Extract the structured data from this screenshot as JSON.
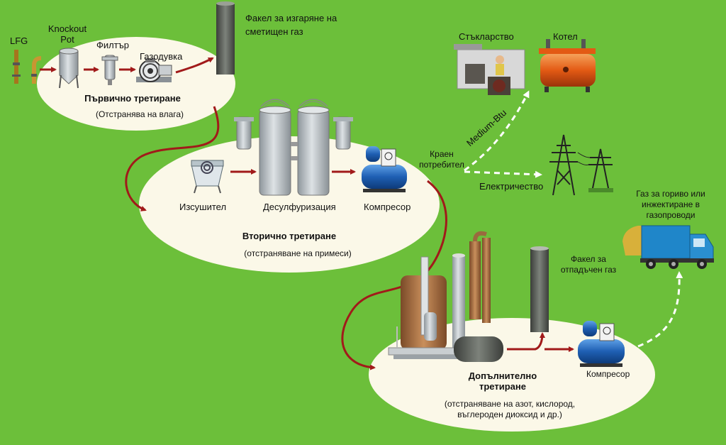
{
  "labels": {
    "lfg": "LFG",
    "knockout_pot": "Knockout Pot",
    "filter": "Филтър",
    "blower": "Газодувка",
    "flare_landfill": "Факел за изгаряне на сметищен газ",
    "primary_title": "Първично третиране",
    "primary_sub": "(Отстранява на влага)",
    "dryer": "Изсушител",
    "desulfurization": "Десулфуризация",
    "compressor_secondary": "Компресор",
    "secondary_title": "Вторично третиране",
    "secondary_sub": "(отстраняване на примеси)",
    "end_user": "Краен потребител",
    "medium_btu": "Medium-Btu",
    "glassworks": "Стъкларство",
    "boiler": "Котел",
    "electricity": "Електричество",
    "fuel_gas": "Газ за гориво или инжектиране в газопроводи",
    "flare_waste": "Факел за отпадъчен газ",
    "additional_title": "Допълнително третиране",
    "compressor_additional": "Компресор",
    "additional_sub": "(отстраняване на азот, кислород, въглероден диоксид и др.)"
  },
  "colors": {
    "background": "#6cbf3a",
    "ellipse": "#fbf8e8",
    "flow_arrow": "#a11a1a",
    "dashed_arrow": "#ffffff",
    "compressor": "#1f5fb3"
  }
}
